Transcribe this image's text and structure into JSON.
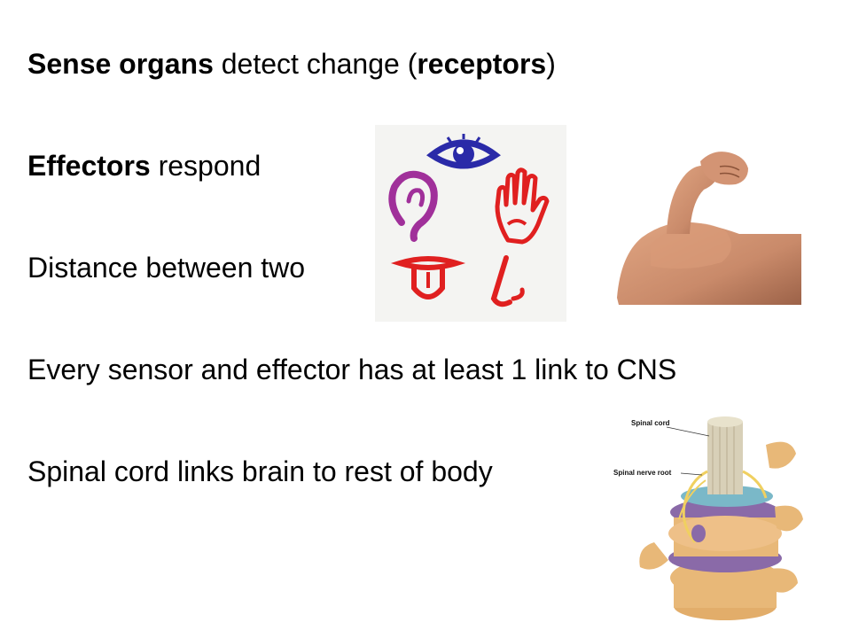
{
  "slide": {
    "lines": [
      {
        "parts": [
          {
            "text": "Sense organs",
            "bold": true
          },
          {
            "text": " detect change (",
            "bold": false
          },
          {
            "text": "receptors",
            "bold": true
          },
          {
            "text": ")",
            "bold": false
          }
        ]
      },
      {
        "parts": [
          {
            "text": "Effectors",
            "bold": true
          },
          {
            "text": " respond",
            "bold": false
          }
        ]
      },
      {
        "parts": [
          {
            "text": "Distance between two",
            "bold": false
          }
        ]
      },
      {
        "parts": [
          {
            "text": "Every sensor and effector has at least 1 link to CNS",
            "bold": false
          }
        ]
      },
      {
        "parts": [
          {
            "text": "Spinal cord links brain to rest of body",
            "bold": false
          }
        ]
      }
    ],
    "images": {
      "senses": {
        "icons": [
          "eye-icon",
          "ear-icon",
          "hand-icon",
          "tongue-icon",
          "nose-icon"
        ],
        "colors": {
          "eye": "#2a2aa8",
          "ear": "#a0309a",
          "red": "#e02020"
        }
      },
      "arm": {
        "icon": "flexed-arm-illustration",
        "skin": "#c98a6a"
      },
      "spine": {
        "labels": {
          "cord": "Spinal cord",
          "root": "Spinal nerve root"
        },
        "colors": {
          "bone": "#e8b878",
          "disc": "#8a6aa8",
          "cord": "#d8d0b8"
        }
      }
    }
  }
}
